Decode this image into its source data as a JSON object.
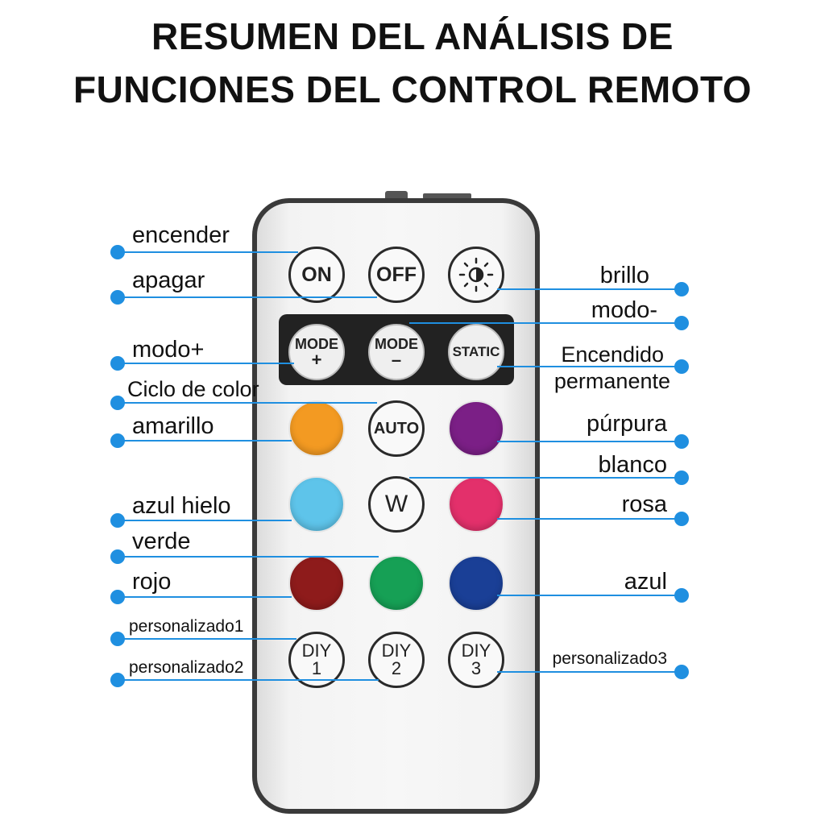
{
  "title": {
    "line1": "RESUMEN DEL ANÁLISIS DE",
    "line2": "FUNCIONES DEL CONTROL REMOTO"
  },
  "buttons": {
    "on": "ON",
    "off": "OFF",
    "mode_plus": "MODE",
    "mode_plus_sign": "+",
    "mode_minus": "MODE",
    "mode_minus_sign": "–",
    "static": "STATIC",
    "auto": "AUTO",
    "w": "W",
    "diy": "DIY",
    "diy1": "1",
    "diy2": "2",
    "diy3": "3"
  },
  "labels": {
    "encender": "encender",
    "apagar": "apagar",
    "modo_plus": "modo+",
    "ciclo": "Ciclo de color",
    "amarillo": "amarillo",
    "azul_hielo": "azul hielo",
    "verde": "verde",
    "rojo": "rojo",
    "pers1": "personalizado1",
    "pers2": "personalizado2",
    "brillo": "brillo",
    "modo_minus": "modo-",
    "encendido": "Encendido",
    "permanente": "permanente",
    "purpura": "púrpura",
    "blanco": "blanco",
    "rosa": "rosa",
    "azul": "azul",
    "pers3": "personalizado3"
  },
  "colors": {
    "amarillo": "#f39a22",
    "purpura": "#7b1f86",
    "azul_hielo": "#5ec4ea",
    "rosa": "#e3306b",
    "rojo": "#8e1b1b",
    "verde": "#16a055",
    "azul": "#1a3f96",
    "callout": "#1f8fe0"
  }
}
